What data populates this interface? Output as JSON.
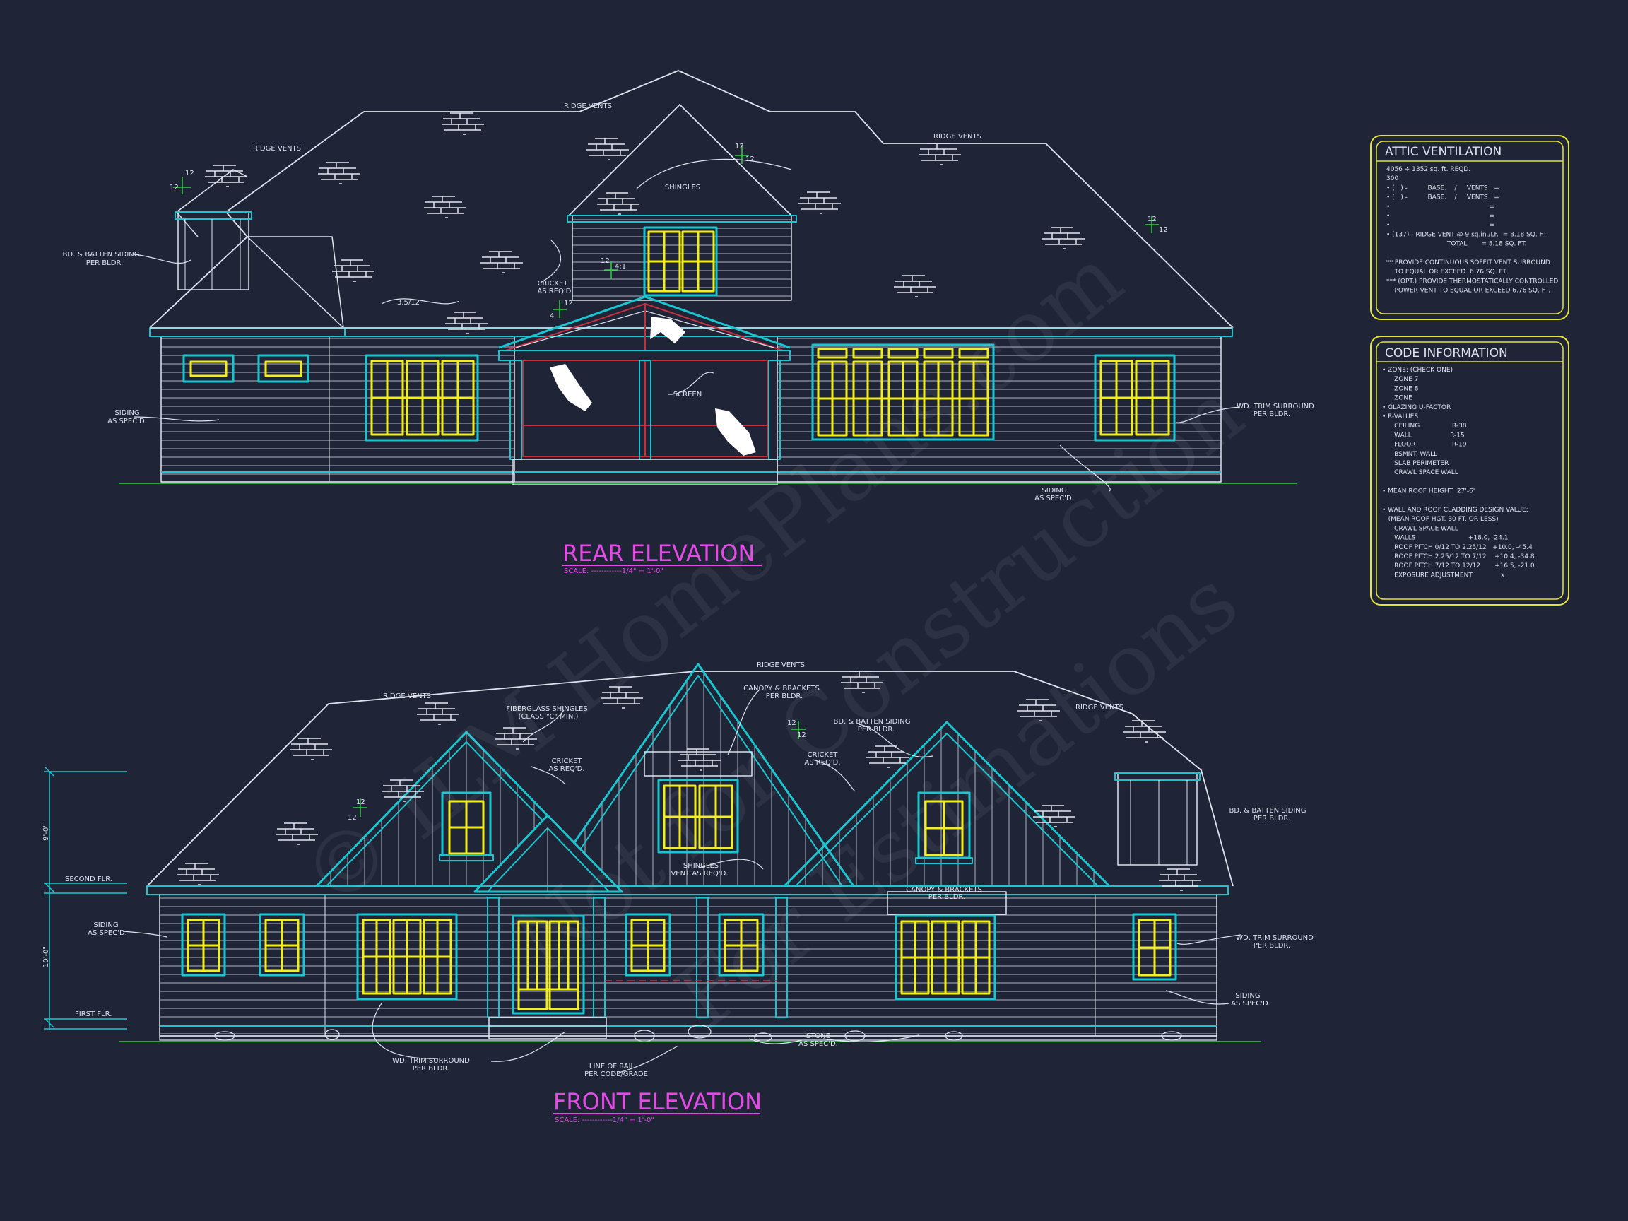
{
  "rear": {
    "title": "REAR ELEVATION",
    "scale": "SCALE: ------------1/4\" = 1'-0\"",
    "labels": {
      "ridge_vents_top": "RIDGE VENTS",
      "ridge_vents_left": "RIDGE VENTS",
      "ridge_vents_right": "RIDGE VENTS",
      "shingles": "SHINGLES",
      "bd_batten_1": "BD. & BATTEN SIDING",
      "bd_batten_2": "PER BLDR.",
      "cricket_1": "CRICKET",
      "cricket_2": "AS REQ'D.",
      "pitch_35": "3.5/12",
      "screen": "SCREEN",
      "siding_left_1": "SIDING",
      "siding_left_2": "AS SPEC'D.",
      "wd_trim_1": "WD. TRIM SURROUND",
      "wd_trim_2": "PER BLDR.",
      "siding_right_1": "SIDING",
      "siding_right_2": "AS SPEC'D.",
      "twelve": "12",
      "pitch_41": "4:1",
      "four": "4"
    }
  },
  "front": {
    "title": "FRONT ELEVATION",
    "scale": "SCALE: ------------1/4\" = 1'-0\"",
    "labels": {
      "ridge_vents_top": "RIDGE VENTS",
      "ridge_vents_left": "RIDGE VENTS",
      "ridge_vents_right": "RIDGE VENTS",
      "fiberglass_1": "FIBERGLASS SHINGLES",
      "fiberglass_2": "(CLASS \"C\" MIN.)",
      "canopy_top_1": "CANOPY & BRACKETS",
      "canopy_top_2": "PER BLDR.",
      "bd_batten_mid_1": "BD. & BATTEN SIDING",
      "bd_batten_mid_2": "PER BLDR.",
      "cricket_left_1": "CRICKET",
      "cricket_left_2": "AS REQ'D.",
      "cricket_right_1": "CRICKET",
      "cricket_right_2": "AS REQ'D.",
      "bd_batten_right_1": "BD. & BATTEN SIDING",
      "bd_batten_right_2": "PER BLDR.",
      "shingles_vent_1": "SHINGLES",
      "shingles_vent_2": "VENT AS REQ'D.",
      "canopy_low_1": "CANOPY & BRACKETS",
      "canopy_low_2": "PER BLDR.",
      "second_flr": "SECOND FLR.",
      "first_flr": "FIRST FLR.",
      "dim_9": "9'-0\"",
      "dim_10": "10'-0\"",
      "siding_left_1": "SIDING",
      "siding_left_2": "AS SPEC'D.",
      "wd_trim_right_1": "WD. TRIM SURROUND",
      "wd_trim_right_2": "PER BLDR.",
      "siding_right_1": "SIDING",
      "siding_right_2": "AS SPEC'D.",
      "wd_trim_bottom_1": "WD. TRIM SURROUND",
      "wd_trim_bottom_2": "PER BLDR.",
      "line_rail_1": "LINE OF RAIL",
      "line_rail_2": "PER CODE/GRADE",
      "stone_1": "STONE",
      "stone_2": "AS SPEC'D.",
      "twelve": "12"
    }
  },
  "attic": {
    "title": "ATTIC VENTILATION",
    "lines": [
      "4056 ÷ 1352 sq. ft. REQD.",
      "300",
      "• (   ) -          BASE.    /     VENTS   =",
      "• (   ) -          BASE.    /     VENTS   =",
      "•                                                 =",
      "•                                                 =",
      "•                                                 =",
      "• (137) - RIDGE VENT @ 9 sq.in./LF.  = 8.18 SQ. FT.",
      "                              TOTAL       = 8.18 SQ. FT.",
      "",
      "** PROVIDE CONTINUOUS SOFFIT VENT SURROUND",
      "    TO EQUAL OR EXCEED  6.76 SQ. FT.",
      "*** (OPT.) PROVIDE THERMOSTATICALLY CONTROLLED",
      "    POWER VENT TO EQUAL OR EXCEED 6.76 SQ. FT."
    ]
  },
  "code": {
    "title": "CODE INFORMATION",
    "lines": [
      "• ZONE: (CHECK ONE)",
      "      ZONE 7",
      "      ZONE 8",
      "      ZONE",
      "• GLAZING U-FACTOR",
      "• R-VALUES",
      "      CEILING                R-38",
      "      WALL                   R-15",
      "      FLOOR                  R-19",
      "      BSMNT. WALL",
      "      SLAB PERIMETER",
      "      CRAWL SPACE WALL",
      "",
      "• MEAN ROOF HEIGHT  27'-6\"",
      "",
      "• WALL AND ROOF CLADDING DESIGN VALUE:",
      "   (MEAN ROOF HGT. 30 FT. OR LESS)",
      "      CRAWL SPACE WALL",
      "      WALLS                          +18.0, -24.1",
      "      ROOF PITCH 0/12 TO 2.25/12   +10.0, -45.4",
      "      ROOF PITCH 2.25/12 TO 7/12    +10.4, -34.8",
      "      ROOF PITCH 7/12 TO 12/12       +16.5, -21.0",
      "      EXPOSURE ADJUSTMENT              x"
    ]
  },
  "watermark": {
    "line1": "© ILM HomePlans.com",
    "line2": "Not for Construction",
    "line3": "For Estimations"
  },
  "colors": {
    "background": "#1f2537",
    "line": "#dfe3ee",
    "cyan": "#19c6cf",
    "yellow": "#f2ee1a",
    "magenta": "#e44ae6",
    "red": "#c43040",
    "green": "#2fd042",
    "panel": "#e5e334"
  }
}
